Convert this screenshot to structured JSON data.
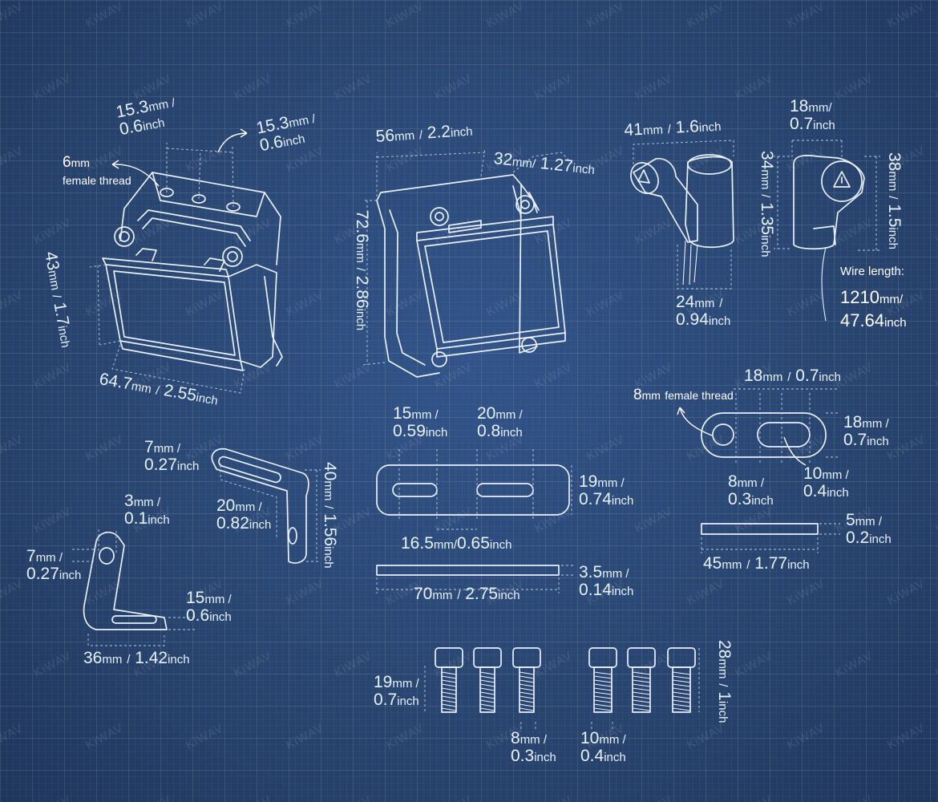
{
  "watermark": "KiWAV",
  "labels": {
    "top_hole_pitch_a": {
      "mm": "15.3",
      "mm_unit": "mm /",
      "inch": "0.6",
      "inch_unit": "inch"
    },
    "top_hole_pitch_b": {
      "mm": "15.3",
      "mm_unit": "mm /",
      "inch": "0.6",
      "inch_unit": "inch"
    },
    "thread_6mm": {
      "size": "6",
      "unit": "mm",
      "text": "female thread"
    },
    "height_43": {
      "mm": "43",
      "mm_unit": "mm",
      "sep": "/",
      "inch": "1.7",
      "inch_unit": "inch"
    },
    "width_64": {
      "mm": "64.7",
      "mm_unit": "mm",
      "sep": "/",
      "inch": "2.55",
      "inch_unit": "inch"
    },
    "top_56": {
      "mm": "56",
      "mm_unit": "mm",
      "sep": "/",
      "inch": "2.2",
      "inch_unit": "inch"
    },
    "depth_32": {
      "mm": "32",
      "mm_unit": "mm",
      "sep": "/",
      "inch": "1.27",
      "inch_unit": "inch"
    },
    "height_72": {
      "mm": "72.6",
      "mm_unit": "mm",
      "sep": "/",
      "inch": "2.86",
      "inch_unit": "inch"
    },
    "sw_41": {
      "mm": "41",
      "mm_unit": "mm",
      "sep": "/",
      "inch": "1.6",
      "inch_unit": "inch"
    },
    "sw_24": {
      "mm": "24",
      "mm_unit": "mm",
      "sep": "/",
      "inch": "0.94",
      "inch_unit": "inch"
    },
    "sw_18": {
      "mm": "18",
      "mm_unit": "mm",
      "sep": "/",
      "inch": "0.7",
      "inch_unit": "inch"
    },
    "sw_34": {
      "mm": "34",
      "mm_unit": "mm",
      "sep": "/",
      "inch": "1.35",
      "inch_unit": "inch"
    },
    "sw_38": {
      "mm": "38",
      "mm_unit": "mm",
      "sep": "/",
      "inch": "1.5",
      "inch_unit": "inch"
    },
    "wire": {
      "title": "Wire length:",
      "mm": "1210",
      "mm_unit": "mm/",
      "inch": "47.64",
      "inch_unit": "inch"
    },
    "lb_7": {
      "mm": "7",
      "mm_unit": "mm /",
      "inch": "0.27",
      "inch_unit": "inch"
    },
    "lb_20": {
      "mm": "20",
      "mm_unit": "mm /",
      "inch": "0.82",
      "inch_unit": "inch"
    },
    "lb_40": {
      "mm": "40",
      "mm_unit": "mm",
      "sep": "/",
      "inch": "1.56",
      "inch_unit": "inch"
    },
    "lb_3": {
      "mm": "3",
      "mm_unit": "mm /",
      "inch": "0.1",
      "inch_unit": "inch"
    },
    "lb_7b": {
      "mm": "7",
      "mm_unit": "mm /",
      "inch": "0.27",
      "inch_unit": "inch"
    },
    "lb_15": {
      "mm": "15",
      "mm_unit": "mm /",
      "inch": "0.6",
      "inch_unit": "inch"
    },
    "lb_36": {
      "mm": "36",
      "mm_unit": "mm",
      "sep": "/",
      "inch": "1.42",
      "inch_unit": "inch"
    },
    "pl_15": {
      "mm": "15",
      "mm_unit": "mm /",
      "inch": "0.59",
      "inch_unit": "inch"
    },
    "pl_20": {
      "mm": "20",
      "mm_unit": "mm /",
      "inch": "0.8",
      "inch_unit": "inch"
    },
    "pl_19": {
      "mm": "19",
      "mm_unit": "mm /",
      "inch": "0.74",
      "inch_unit": "inch"
    },
    "pl_165": {
      "mm": "16.5",
      "mm_unit": "mm",
      "sep": "/",
      "inch": "0.65",
      "inch_unit": "inch"
    },
    "pl_70": {
      "mm": "70",
      "mm_unit": "mm",
      "sep": "/",
      "inch": "2.75",
      "inch_unit": "inch"
    },
    "pl_35": {
      "mm": "3.5",
      "mm_unit": "mm /",
      "inch": "0.14",
      "inch_unit": "inch"
    },
    "sp_18": {
      "mm": "18",
      "mm_unit": "mm",
      "sep": "/",
      "inch": "0.7",
      "inch_unit": "inch"
    },
    "thread_8mm": {
      "size": "8",
      "unit": "mm",
      "text": "female thread"
    },
    "sp_18b": {
      "mm": "18",
      "mm_unit": "mm /",
      "inch": "0.7",
      "inch_unit": "inch"
    },
    "sp_8": {
      "mm": "8",
      "mm_unit": "mm /",
      "inch": "0.3",
      "inch_unit": "inch"
    },
    "sp_10": {
      "mm": "10",
      "mm_unit": "mm /",
      "inch": "0.4",
      "inch_unit": "inch"
    },
    "sp_5": {
      "mm": "5",
      "mm_unit": "mm /",
      "inch": "0.2",
      "inch_unit": "inch"
    },
    "sp_45": {
      "mm": "45",
      "mm_unit": "mm",
      "sep": "/",
      "inch": "1.77",
      "inch_unit": "inch"
    },
    "bolt_19": {
      "mm": "19",
      "mm_unit": "mm /",
      "inch": "0.7",
      "inch_unit": "inch"
    },
    "bolt_8": {
      "mm": "8",
      "mm_unit": "mm /",
      "inch": "0.3",
      "inch_unit": "inch"
    },
    "bolt_10": {
      "mm": "10",
      "mm_unit": "mm /",
      "inch": "0.4",
      "inch_unit": "inch"
    },
    "bolt_28": {
      "mm": "28",
      "mm_unit": "mm",
      "sep": "/",
      "inch": "1",
      "inch_unit": "inch"
    }
  }
}
